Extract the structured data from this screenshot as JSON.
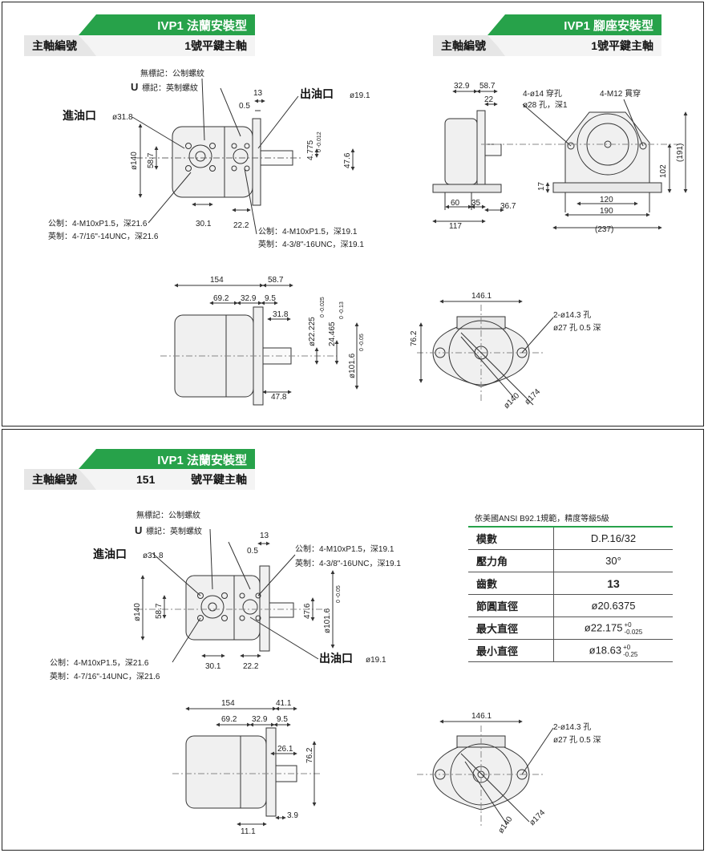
{
  "colors": {
    "accent": "#27a24a",
    "line": "#333333",
    "fill": "#f2f2f2",
    "header_bg": "#e6e6e6"
  },
  "panel1": {
    "left_header": {
      "title": "IVP1 法蘭安裝型",
      "label": "主軸編號",
      "value": "1號平鍵主軸"
    },
    "right_header": {
      "title": "IVP1 腳座安裝型",
      "label": "主軸編號",
      "value": "1號平鍵主軸"
    },
    "flange_front": {
      "note_metric": "無標記：公制螺紋",
      "note_u": "U",
      "note_u_text": "標記：英制螺紋",
      "inlet": "進油口",
      "inlet_dim": "ø31.8",
      "outlet": "出油口",
      "outlet_dim": "ø19.1",
      "d13": "13",
      "d05": "0.5",
      "d140": "ø140",
      "d587": "58.7",
      "d301": "30.1",
      "d222": "22.2",
      "d4775": "4.775",
      "d4775_tol": "0 -0.012",
      "d476": "47.6",
      "bolt_metric": "公制：4-M10xP1.5，深21.6",
      "bolt_imperial": "英制：4-7/16\"-14UNC，深21.6",
      "port_metric": "公制：4-M10xP1.5，深19.1",
      "port_imperial": "英制：4-3/8\"-16UNC，深19.1"
    },
    "foot_front": {
      "d329": "32.9",
      "d587": "58.7",
      "d22": "22",
      "hole1": "4-ø14 穿孔",
      "hole2": "ø28 孔，深1",
      "m12": "4-M12 貫穿",
      "d60": "60",
      "d35": "35",
      "d367": "36.7",
      "d117": "117",
      "d17": "17",
      "d120": "120",
      "d190": "190",
      "d237": "(237)",
      "d102": "102",
      "d191": "(191)"
    },
    "flange_side": {
      "d154": "154",
      "d587": "58.7",
      "d692": "69.2",
      "d329": "32.9",
      "d95": "9.5",
      "d318": "31.8",
      "d22225": "ø22.225",
      "d22225_tol": "0 -0.025",
      "d24465": "24.465",
      "d24465_tol": "0 -0.13",
      "d1016": "ø101.6",
      "d1016_tol": "0 -0.05",
      "d478": "47.8"
    },
    "flange_end": {
      "d1461": "146.1",
      "d762": "76.2",
      "hole1": "2-ø14.3 孔",
      "hole2": "ø27 孔 0.5 深",
      "d174": "ø174",
      "d140": "ø140"
    }
  },
  "panel2": {
    "header": {
      "title": "IVP1 法蘭安裝型",
      "label": "主軸編號",
      "value_num": "151",
      "value": "號平鍵主軸"
    },
    "front": {
      "note_metric": "無標記：公制螺紋",
      "note_u": "U",
      "note_u_text": "標記：英制螺紋",
      "inlet": "進油口",
      "inlet_dim": "ø31.8",
      "outlet": "出油口",
      "outlet_dim": "ø19.1",
      "d13": "13",
      "d05": "0.5",
      "d140": "ø140",
      "d587": "58.7",
      "d301": "30.1",
      "d222": "22.2",
      "d476": "47.6",
      "d1016": "ø101.6",
      "d1016_tol": "0 -0.05",
      "port_metric": "公制：4-M10xP1.5，深19.1",
      "port_imperial": "英制：4-3/8\"-16UNC，深19.1",
      "bolt_metric": "公制：4-M10xP1.5，深21.6",
      "bolt_imperial": "英制：4-7/16\"-14UNC，深21.6"
    },
    "side": {
      "d154": "154",
      "d411": "41.1",
      "d692": "69.2",
      "d329": "32.9",
      "d95": "9.5",
      "d261": "26.1",
      "d762": "76.2",
      "d111": "11.1",
      "d39": "3.9"
    },
    "end": {
      "d1461": "146.1",
      "hole1": "2-ø14.3 孔",
      "hole2": "ø27 孔 0.5 深",
      "d140": "ø140",
      "d174": "ø174"
    },
    "spec_note": "依美國ANSI B92.1規範，精度等級5級",
    "spec": [
      {
        "k": "模數",
        "v": "D.P.16/32",
        "tol": ""
      },
      {
        "k": "壓力角",
        "v": "30°",
        "tol": ""
      },
      {
        "k": "齒數",
        "v": "13",
        "tol": ""
      },
      {
        "k": "節圓直徑",
        "v": "ø20.6375",
        "tol": ""
      },
      {
        "k": "最大直徑",
        "v": "ø22.175",
        "tol_up": "+0",
        "tol_dn": "-0.025"
      },
      {
        "k": "最小直徑",
        "v": "ø18.63",
        "tol_up": "+0",
        "tol_dn": "-0.25"
      }
    ]
  }
}
